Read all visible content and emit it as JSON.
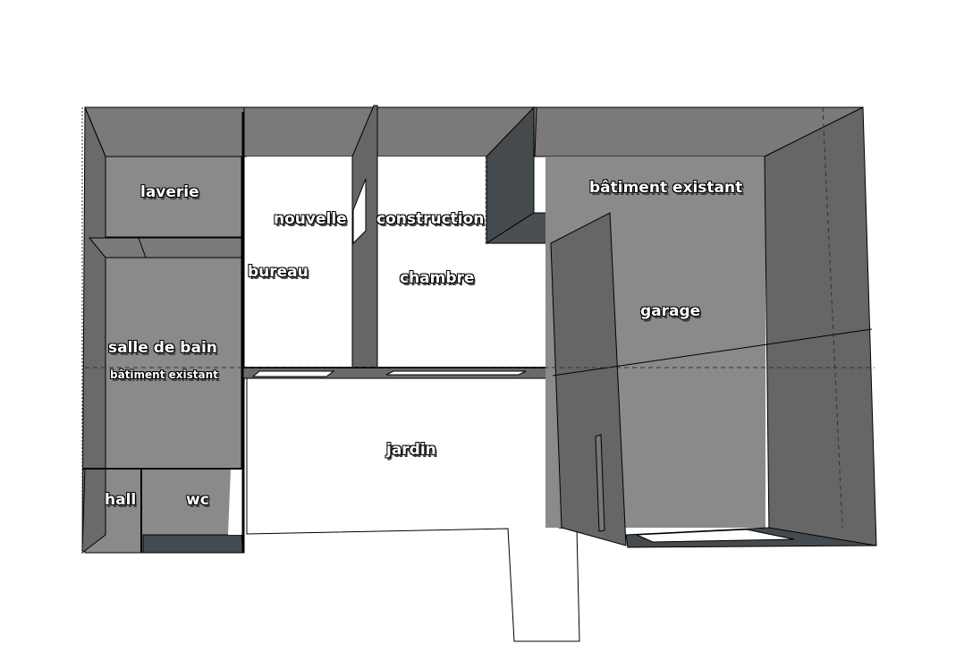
{
  "scene": {
    "type": "3d-floor-plan",
    "view": "top-down perspective"
  },
  "colors": {
    "background": "#ffffff",
    "wall_top": "#7a7a7a",
    "floor_existing": "#8a8a8a",
    "wall_side": "#666666",
    "wall_dark": "#454a4e",
    "line": "#000000"
  },
  "labels": {
    "laverie": "laverie",
    "nouvelle": "nouvelle",
    "construction": "construction",
    "bureau": "bureau",
    "chambre": "chambre",
    "batiment_existant_right": "bâtiment existant",
    "garage": "garage",
    "salle_de_bain": "salle de bain",
    "batiment_existant_left": "bâtiment existant",
    "jardin": "jardin",
    "hall": "hall",
    "wc": "wc"
  }
}
